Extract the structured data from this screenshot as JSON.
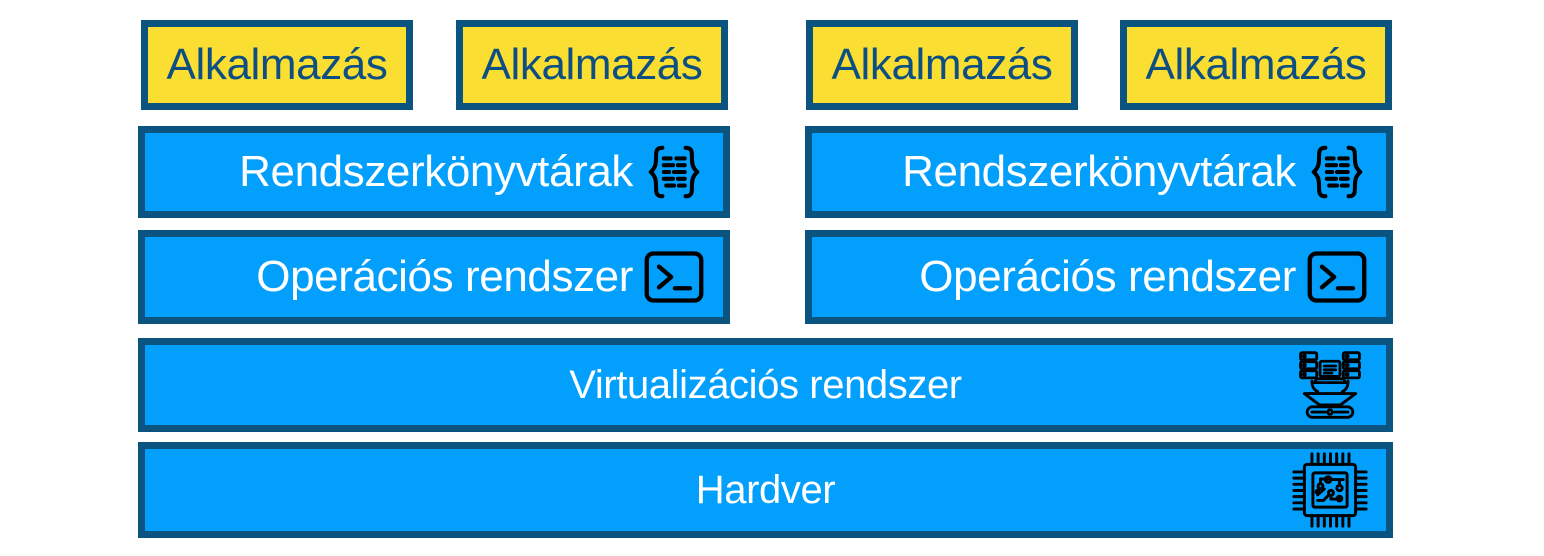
{
  "diagram": {
    "title": "Virtualizacios architektura retegmodell",
    "colors": {
      "app_fill": "#fade32",
      "app_text": "#0d4f82",
      "layer_fill": "#039ffc",
      "layer_text": "#ffffff",
      "border": "#0b5480",
      "background": "#ffffff",
      "icon": "#000000"
    },
    "guests": [
      {
        "apps": [
          {
            "label": "Alkalmazás"
          },
          {
            "label": "Alkalmazás"
          }
        ],
        "libraries": {
          "label": "Rendszerkönyvtárak",
          "icon": "code-braces-icon"
        },
        "os": {
          "label": "Operációs rendszer",
          "icon": "terminal-icon"
        }
      },
      {
        "apps": [
          {
            "label": "Alkalmazás"
          },
          {
            "label": "Alkalmazás"
          }
        ],
        "libraries": {
          "label": "Rendszerkönyvtárak",
          "icon": "code-braces-icon"
        },
        "os": {
          "label": "Operációs rendszer",
          "icon": "terminal-icon"
        }
      }
    ],
    "base_layers": [
      {
        "label": "Virtualizációs rendszer",
        "icon": "virtualization-server-icon"
      },
      {
        "label": "Hardver",
        "icon": "cpu-chip-icon"
      }
    ]
  }
}
